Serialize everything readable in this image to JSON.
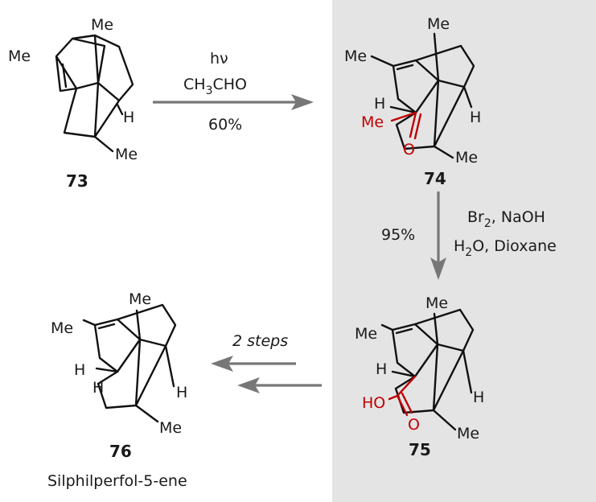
{
  "colors": {
    "panel": "#e4e4e4",
    "arrow": "#777777",
    "highlight": "#c00000",
    "bond": "#111111"
  },
  "compounds": {
    "c73": {
      "number": "73",
      "me_left": "Me",
      "me_top": "Me",
      "me_bottom": "Me",
      "h": "H"
    },
    "c74": {
      "number": "74",
      "me_left": "Me",
      "me_top": "Me",
      "me_bottom": "Me",
      "h_left": "H",
      "h_right": "H",
      "acyl_me": "Me",
      "acyl_o": "O"
    },
    "c75": {
      "number": "75",
      "me_left": "Me",
      "me_top": "Me",
      "me_bottom": "Me",
      "h_left": "H",
      "h_right": "H",
      "acid_ho": "HO",
      "acid_o": "O"
    },
    "c76": {
      "number": "76",
      "name": "Silphilperfol-5-ene",
      "me_left": "Me",
      "me_top": "Me",
      "me_bottom": "Me",
      "h_a": "H",
      "h_b": "H",
      "h_right": "H"
    }
  },
  "steps": {
    "step1": {
      "reagent1": "hν",
      "reagent2_main": "CH",
      "reagent2_sub": "3",
      "reagent2_tail": "CHO",
      "yield": "60%"
    },
    "step2": {
      "reagent1_main": "Br",
      "reagent1_sub": "2",
      "reagent1_tail": ", NaOH",
      "reagent2_main": "H",
      "reagent2_sub": "2",
      "reagent2_tail": "O, Dioxane",
      "yield": "95%"
    },
    "step3": {
      "label": "2 steps"
    }
  }
}
